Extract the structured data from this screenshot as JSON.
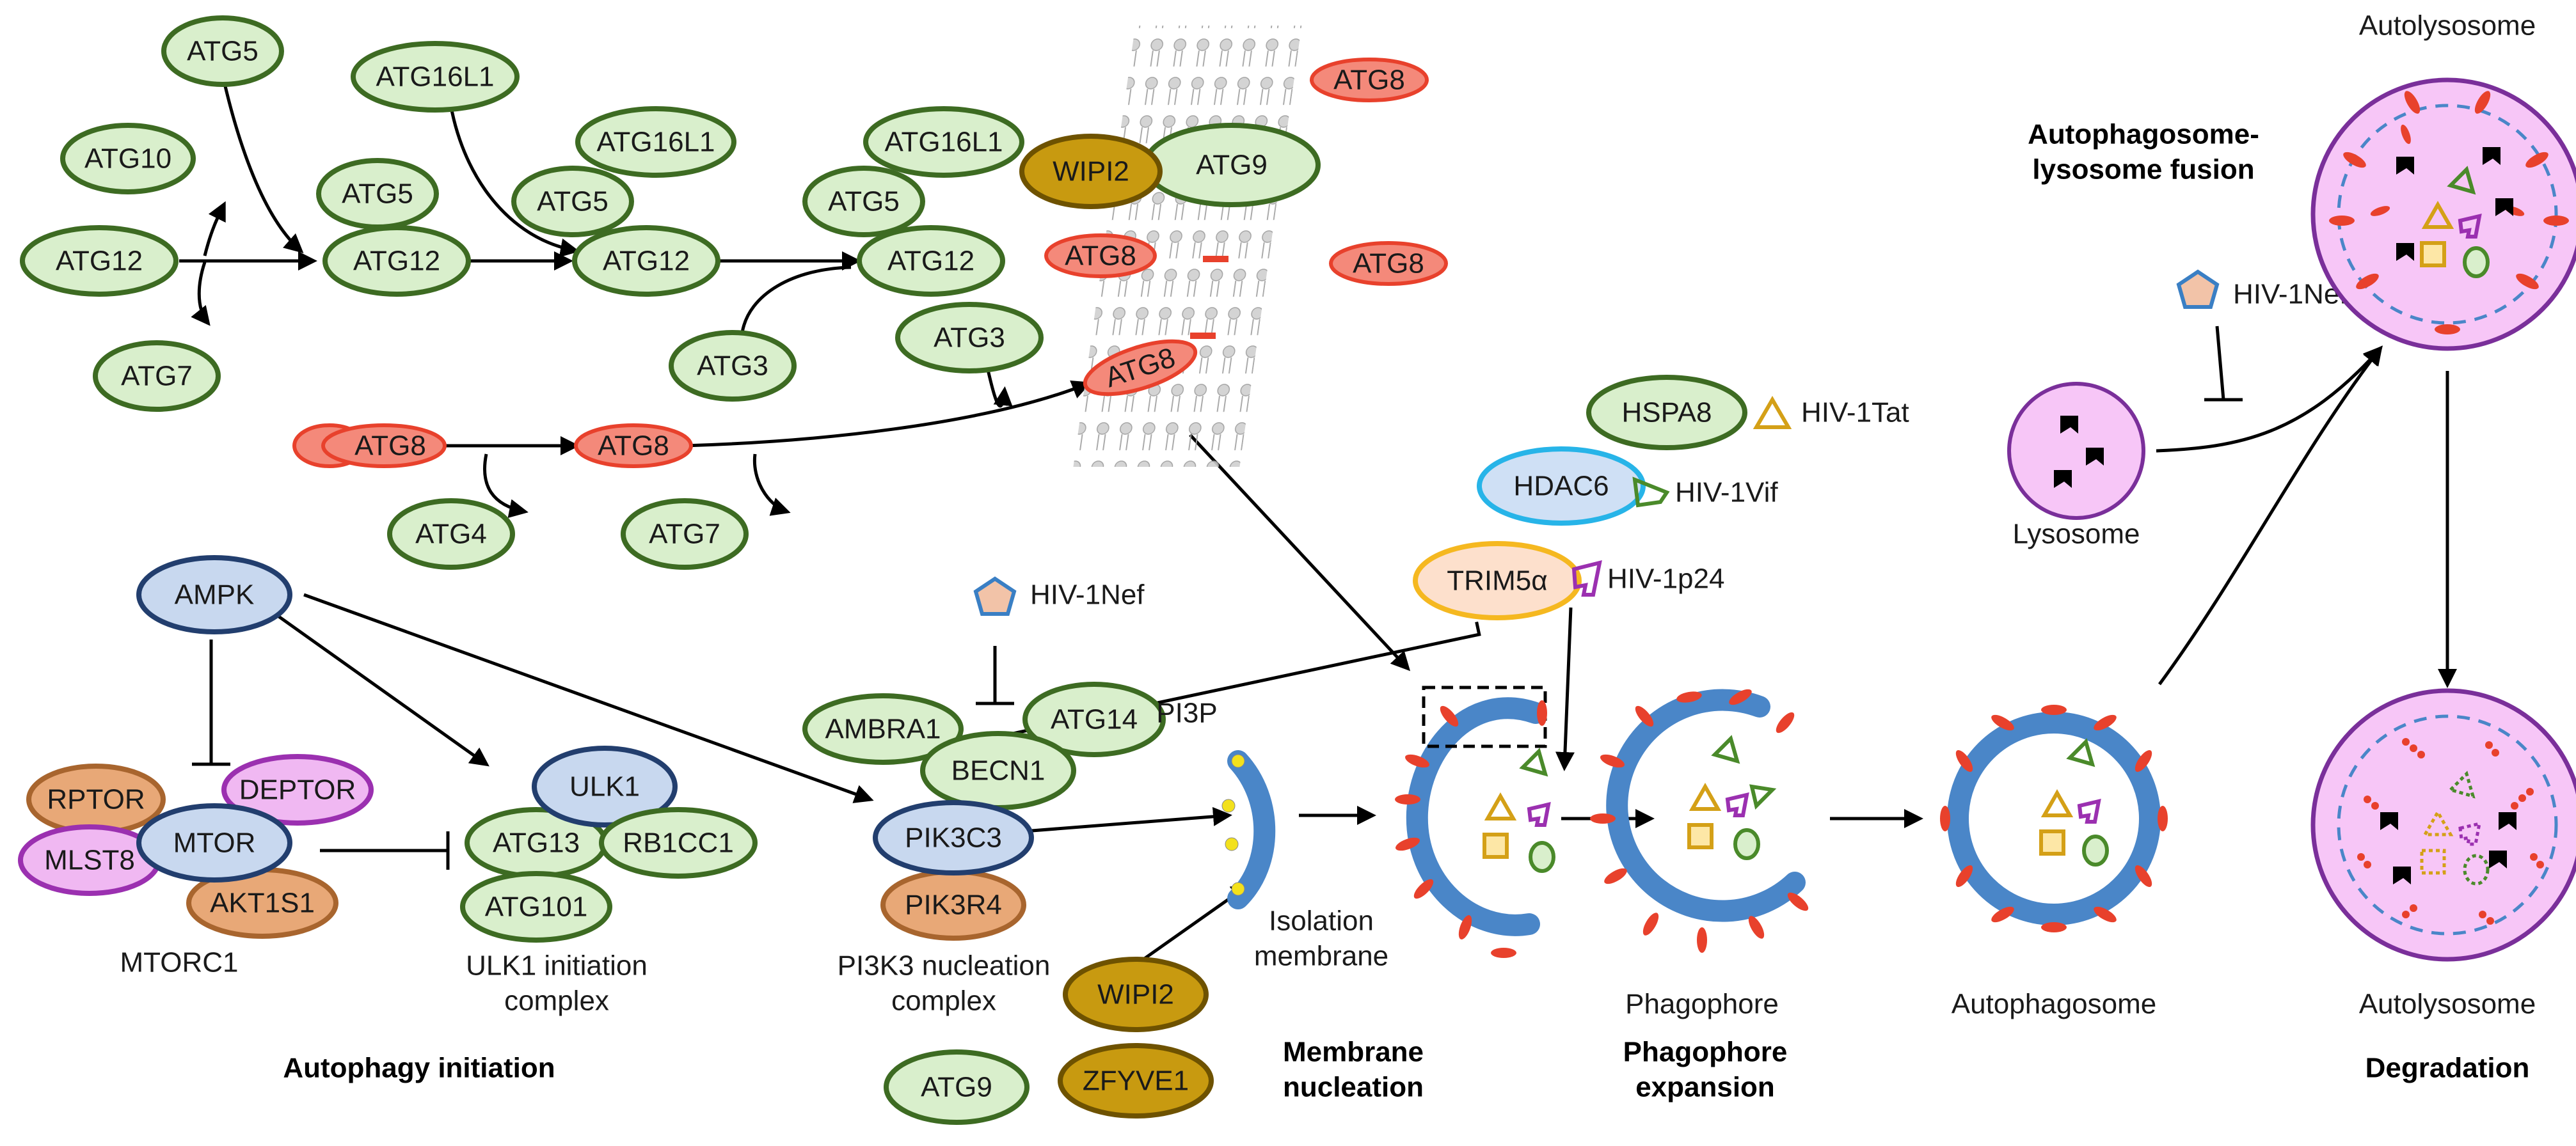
{
  "colors": {
    "green_fill": "#d9efcc",
    "green_stroke": "#3d6b22",
    "red_fill": "#f4897a",
    "red_stroke": "#e8412c",
    "blue_fill": "#c8d8ef",
    "blue_stroke": "#223e6e",
    "orange_fill": "#e8a877",
    "orange_stroke": "#a8652e",
    "purple_fill": "#f0b8f2",
    "purple_stroke": "#9b30b0",
    "gold_fill": "#c89a10",
    "gold_stroke": "#6e5200",
    "cyan_fill": "#cfe0f5",
    "cyan_stroke": "#27b4e8",
    "peach_fill": "#fde0cc",
    "peach_stroke": "#f5b820",
    "membrane": "#4a86c8",
    "lysosome_fill": "#f7c6f7",
    "lysosome_stroke": "#7a2f9a"
  },
  "nodes": {
    "atg5_a": "ATG5",
    "atg10": "ATG10",
    "atg12_a": "ATG12",
    "atg7_a": "ATG7",
    "atg16l1_a": "ATG16L1",
    "atg5_b": "ATG5",
    "atg12_b": "ATG12",
    "atg16l1_b": "ATG16L1",
    "atg5_c": "ATG5",
    "atg12_c": "ATG12",
    "atg3_a": "ATG3",
    "atg16l1_c": "ATG16L1",
    "atg5_d": "ATG5",
    "atg12_d": "ATG12",
    "atg3_b": "ATG3",
    "wipi2_a": "WIPI2",
    "atg9_a": "ATG9",
    "atg8_m1": "ATG8",
    "atg8_m2": "ATG8",
    "atg8_m3": "ATG8",
    "atg8_m4": "ATG8",
    "atg8_a": "ATG8",
    "atg8_b": "ATG8",
    "atg4": "ATG4",
    "atg7_b": "ATG7",
    "ampk": "AMPK",
    "rptor": "RPTOR",
    "deptor": "DEPTOR",
    "mtor": "MTOR",
    "mlst8": "MLST8",
    "akt1s1": "AKT1S1",
    "ulk1": "ULK1",
    "atg13": "ATG13",
    "rb1cc1": "RB1CC1",
    "atg101": "ATG101",
    "ambra1": "AMBRA1",
    "atg14": "ATG14",
    "becn1": "BECN1",
    "pik3c3": "PIK3C3",
    "pik3r4": "PIK3R4",
    "wipi2_b": "WIPI2",
    "atg9_b": "ATG9",
    "zfyve1": "ZFYVE1",
    "hspa8": "HSPA8",
    "hdac6": "HDAC6",
    "trim5a": "TRIM5α"
  },
  "labels": {
    "mtorc1": "MTORC1",
    "ulk1_complex_1": "ULK1 initiation",
    "ulk1_complex_2": "complex",
    "pi3k3_complex_1": "PI3K3 nucleation",
    "pi3k3_complex_2": "complex",
    "pi3p": "PI3P",
    "isolation_1": "Isolation",
    "isolation_2": "membrane",
    "phagophore": "Phagophore",
    "autophagosome": "Autophagosome",
    "autolysosome_top": "Autolysosome",
    "autolysosome_bottom": "Autolysosome",
    "lysosome": "Lysosome",
    "hiv_nef_1": "HIV-1Nef",
    "hiv_nef_2": "HIV-1Nef",
    "hiv_tat": "HIV-1Tat",
    "hiv_vif": "HIV-1Vif",
    "hiv_p24": "HIV-1p24"
  },
  "stages": {
    "initiation": "Autophagy initiation",
    "nucleation_1": "Membrane",
    "nucleation_2": "nucleation",
    "expansion_1": "Phagophore",
    "expansion_2": "expansion",
    "fusion_1": "Autophagosome-",
    "fusion_2": "lysosome fusion",
    "degradation": "Degradation"
  }
}
